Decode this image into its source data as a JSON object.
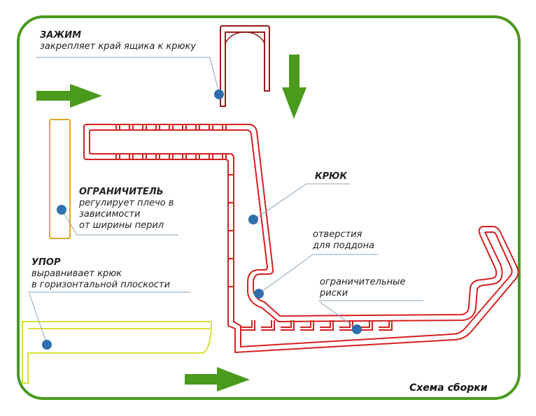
{
  "diagram": {
    "caption": "Схема сборки",
    "colors": {
      "frame": "#4a9a1c",
      "arrow": "#4a9a1c",
      "hook": "#d42020",
      "clamp": "#9a1a1a",
      "limiter": "#e0a52a",
      "stop": "#d8df3a",
      "marker": "#2f6fae",
      "leader": "#8aa6b8"
    },
    "parts": [
      {
        "id": "clamp",
        "title": "ЗАЖИМ",
        "lines": [
          "закрепляет край ящика к крюку"
        ]
      },
      {
        "id": "limiter",
        "title": "ОГРАНИЧИТЕЛЬ",
        "lines": [
          "регулирует плечо в",
          "зависимости",
          "от ширины перил"
        ]
      },
      {
        "id": "stop",
        "title": "УПОР",
        "lines": [
          "выравнивает крюк",
          "в горизонтальной плоскости"
        ]
      },
      {
        "id": "hook",
        "title": "КРЮК",
        "lines": []
      },
      {
        "id": "holes",
        "title": "",
        "lines": [
          "отверстия",
          "для поддона"
        ]
      },
      {
        "id": "marks",
        "title": "",
        "lines": [
          "ограничительные",
          "риски"
        ]
      }
    ],
    "arrows": [
      {
        "id": "arrow-top-right",
        "direction": "right"
      },
      {
        "id": "arrow-down",
        "direction": "down"
      },
      {
        "id": "arrow-bottom-right",
        "direction": "right"
      }
    ]
  }
}
